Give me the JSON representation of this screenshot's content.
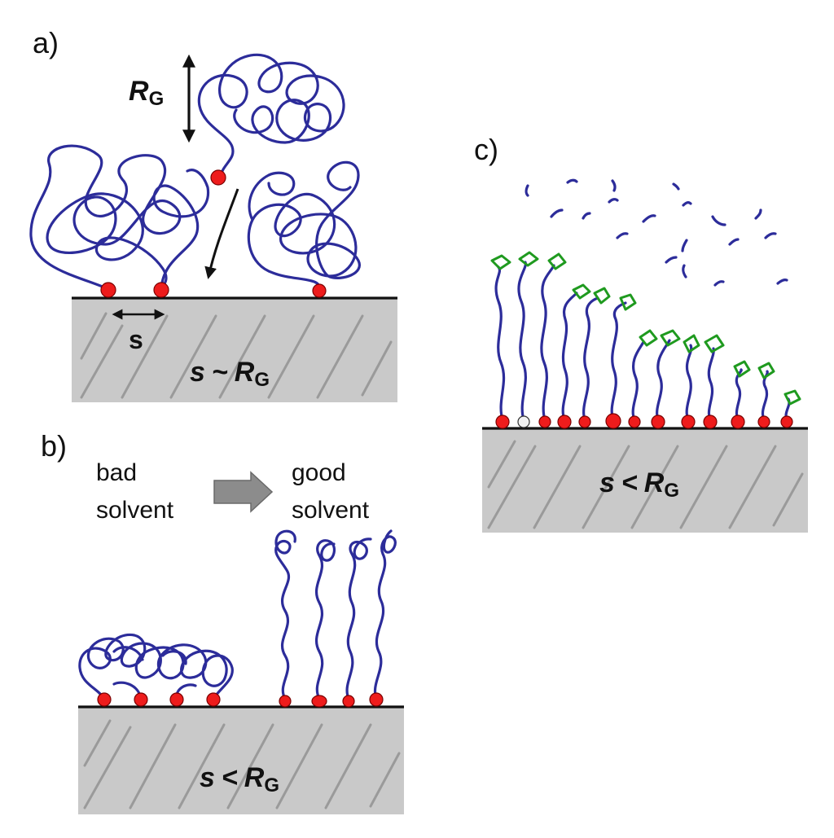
{
  "panels": {
    "a": {
      "label": "a)",
      "rg_symbol": "R",
      "rg_subscript": "G",
      "spacing_symbol": "s",
      "relation": {
        "s": "s",
        "op": "~",
        "R": "R",
        "sub": "G"
      }
    },
    "b": {
      "label": "b)",
      "bad_solvent": [
        "bad",
        "solvent"
      ],
      "good_solvent": [
        "good",
        "solvent"
      ],
      "relation": {
        "s": "s",
        "op": "<",
        "R": "R",
        "sub": "G"
      }
    },
    "c": {
      "label": "c)",
      "relation": {
        "s": "s",
        "op": "<",
        "R": "R",
        "sub": "G"
      }
    }
  },
  "colors": {
    "chain": "#2c2c9a",
    "anchor_bead": "#ee1c1c",
    "end_group": "#1f9a1f",
    "substrate": "#c9c9c9",
    "hatch": "#9a9a9a",
    "arrow_transition": "#8c8c8c"
  }
}
